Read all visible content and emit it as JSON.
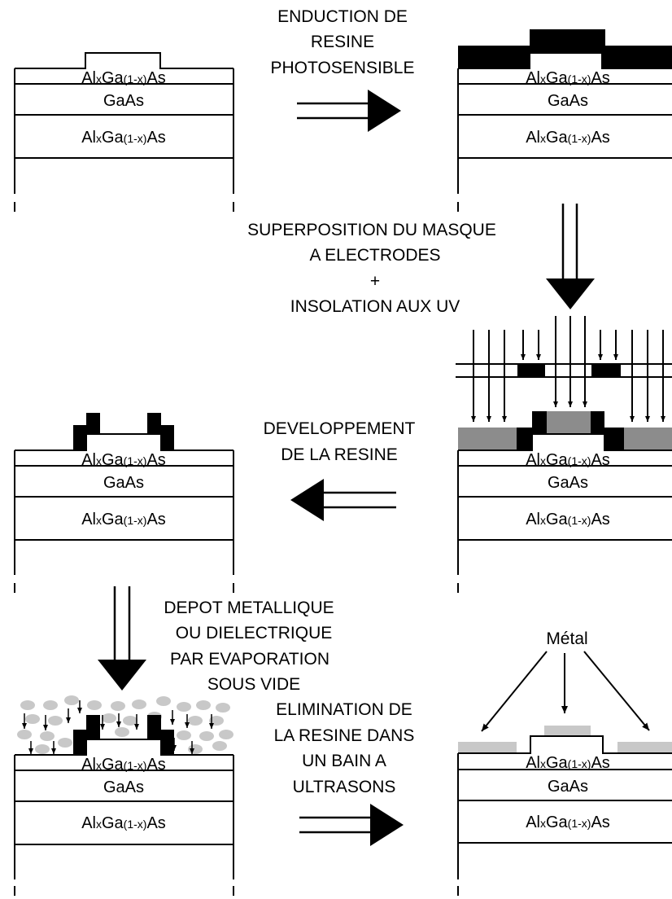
{
  "layers": {
    "top_barrier": {
      "base": "Al",
      "sub1": "x",
      "mid": "Ga",
      "sub2": "(1-x)",
      "end": "As"
    },
    "well": "GaAs",
    "bottom_barrier": {
      "base": "Al",
      "sub1": "x",
      "mid": "Ga",
      "sub2": "(1-x)",
      "end": "As"
    }
  },
  "steps": {
    "step1": [
      "ENDUCTION DE",
      "RESINE",
      "PHOTOSENSIBLE"
    ],
    "step2": [
      "SUPERPOSITION DU MASQUE",
      "A ELECTRODES",
      "+",
      "INSOLATION AUX UV"
    ],
    "step3": [
      "DEVELOPPEMENT",
      "DE LA RESINE"
    ],
    "step4": [
      "DEPOT METALLIQUE",
      "OU DIELECTRIQUE",
      "PAR EVAPORATION",
      "SOUS VIDE"
    ],
    "step5": [
      "ELIMINATION DE",
      "LA RESINE DANS",
      "UN BAIN A",
      "ULTRASONS"
    ]
  },
  "metal_label": "Métal",
  "colors": {
    "resist": "#000000",
    "exposed_resist": "#8c8c8c",
    "metal": "#c8c8c8",
    "outline": "#000000"
  }
}
